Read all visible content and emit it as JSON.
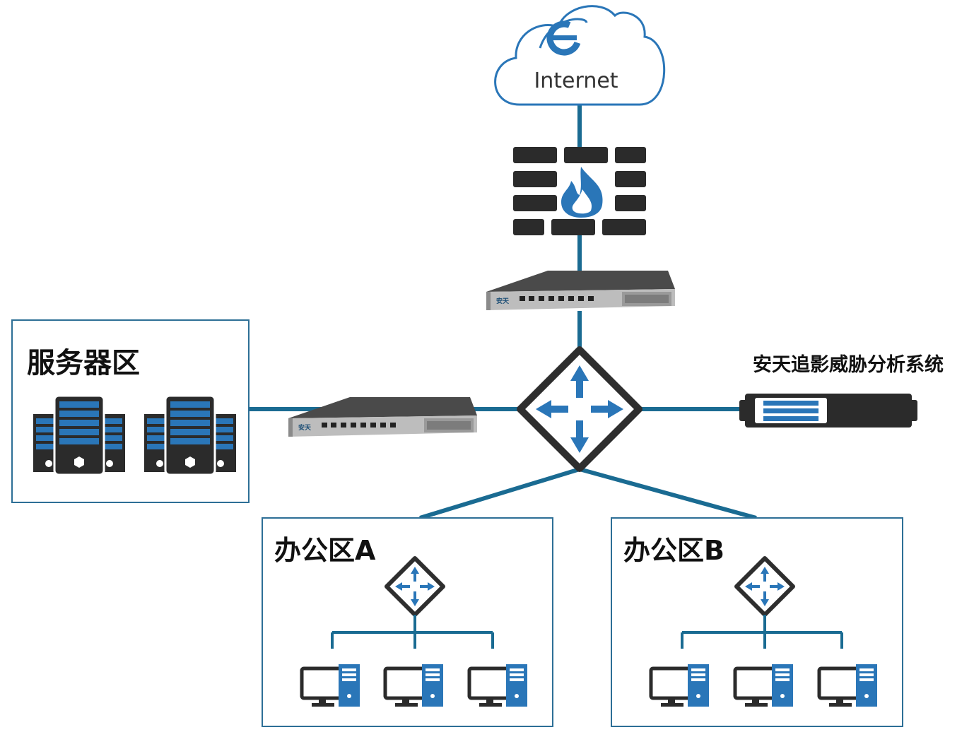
{
  "internet": {
    "label": "Internet",
    "icon": "ie-logo-icon"
  },
  "zones": {
    "server": {
      "label": "服务器区"
    },
    "office_a": {
      "label": "办公区A"
    },
    "office_b": {
      "label": "办公区B"
    }
  },
  "analysis_system": {
    "label": "安天追影威胁分析系统"
  },
  "appliance": {
    "brand": "安天"
  },
  "colors": {
    "link": "#1a6b92",
    "zone_border": "#2d6f96",
    "accent_blue": "#2a76b8",
    "device_dark": "#2e2e2e",
    "brick": "#2b2b2b"
  }
}
